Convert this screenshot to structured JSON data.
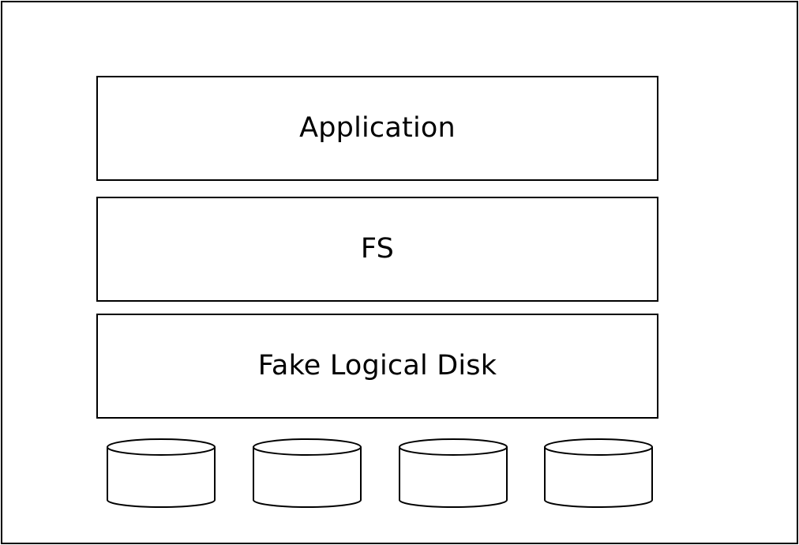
{
  "diagram": {
    "layers": [
      {
        "label": "Application"
      },
      {
        "label": "FS"
      },
      {
        "label": "Fake Logical Disk"
      }
    ],
    "disk_count": 4,
    "colors": {
      "stroke": "#000000",
      "fill": "#ffffff"
    }
  }
}
